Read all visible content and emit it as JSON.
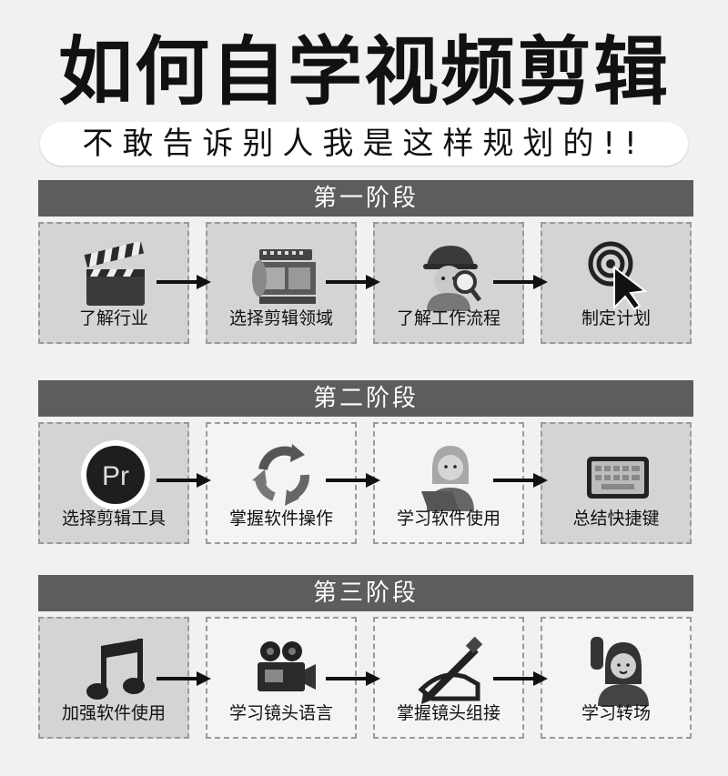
{
  "title": "如何自学视频剪辑",
  "subtitle": "不敢告诉别人我是这样规划的!!",
  "stages": [
    {
      "header": "第一阶段",
      "steps": [
        {
          "label": "了解行业",
          "icon": "clapperboard-icon"
        },
        {
          "label": "选择剪辑领域",
          "icon": "film-reel-icon"
        },
        {
          "label": "了解工作流程",
          "icon": "detective-icon"
        },
        {
          "label": "制定计划",
          "icon": "target-cursor-icon"
        }
      ]
    },
    {
      "header": "第二阶段",
      "steps": [
        {
          "label": "选择剪辑工具",
          "icon": "premiere-pro-icon"
        },
        {
          "label": "掌握软件操作",
          "icon": "refresh-arrows-icon"
        },
        {
          "label": "学习软件使用",
          "icon": "person-laptop-icon"
        },
        {
          "label": "总结快捷键",
          "icon": "keyboard-icon"
        }
      ]
    },
    {
      "header": "第三阶段",
      "steps": [
        {
          "label": "加强软件使用",
          "icon": "music-note-icon"
        },
        {
          "label": "学习镜头语言",
          "icon": "movie-camera-icon"
        },
        {
          "label": "掌握镜头组接",
          "icon": "writing-hand-icon"
        },
        {
          "label": "学习转场",
          "icon": "person-raising-hand-icon"
        }
      ]
    }
  ]
}
